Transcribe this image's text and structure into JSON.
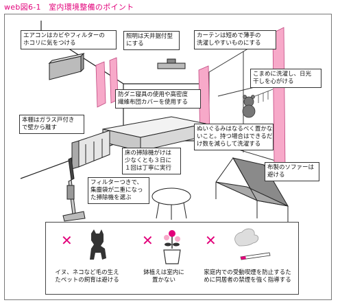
{
  "figure": {
    "title": "web図6-1　室内環境整備のポイント"
  },
  "callouts": {
    "aircon": [
      "エアコンはカビやフィルターの",
      "ホコリに気をつける"
    ],
    "lighting": [
      "照明は天井据付型",
      "にする"
    ],
    "curtain": [
      "カーテンは短めで薄手の",
      "洗濯しやすいものにする"
    ],
    "bedding": [
      "防ダニ寝具の使用や高密度",
      "繊維布団カバーを使用する"
    ],
    "sunlight": [
      "こまめに洗濯し、日光",
      "干しを心がける"
    ],
    "bookshelf": [
      "本棚はガラス戸付き",
      "で壁から離す"
    ],
    "stuffed": [
      "ぬいぐるみはなるべく置かな",
      "いこと。持つ場合はできるだ",
      "け数を減らして洗濯する"
    ],
    "vacuum_freq": [
      "床の掃除機がけは",
      "少なくとも３日に",
      "１回は丁寧に実行"
    ],
    "sofa": [
      "布製のソファーは",
      "避ける"
    ],
    "vacuum_filter": [
      "フィルターつきで、",
      "集塵袋が二重になっ",
      "た掃除機を選ぶ"
    ]
  },
  "bottom_panel": {
    "mark": "✕",
    "items": [
      {
        "icon": "dog-icon",
        "caption": [
          "イヌ、ネコなど毛の生え",
          "たペットの飼育は避ける"
        ]
      },
      {
        "icon": "potted-plant-icon",
        "caption": [
          "鉢植えは室内に",
          "置かない"
        ]
      },
      {
        "icon": "cigarette-icon",
        "caption": [
          "家庭内での受動喫煙を防止するた",
          "めに同居者の禁煙を強く指導する"
        ]
      }
    ]
  },
  "colors": {
    "accent": "#e2007a",
    "curtain": "#f7a9c9",
    "line": "#222222",
    "furniture": "#9a9a9a"
  }
}
